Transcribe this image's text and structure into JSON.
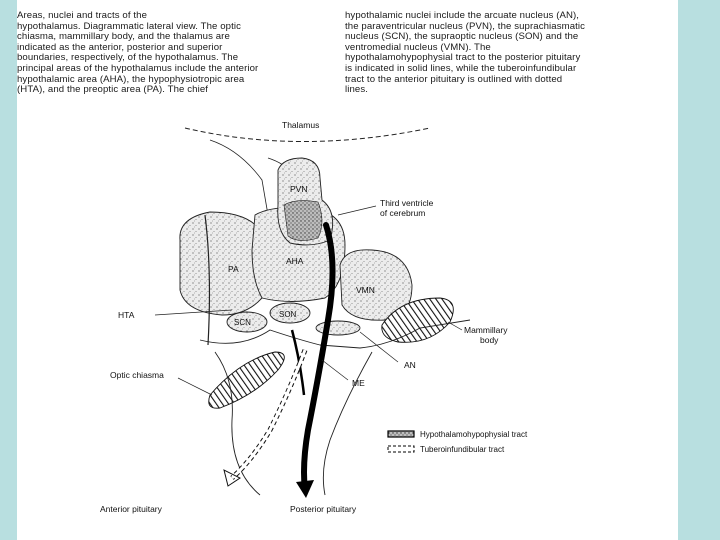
{
  "caption": {
    "left": "Areas, nuclei and tracts of the\nhypothalamus. Diagrammatic lateral view. The optic\nchiasma, mammillary body, and the thalamus are\nindicated as the anterior, posterior and superior\nboundaries, respectively, of the hypothalamus. The\nprincipal areas of the hypothalamus include the anterior\nhypothalamic area (AHA), the hypophysiotropic area\n(HTA), and the preoptic area (PA). The chief",
    "right": "hypothalamic nuclei include the arcuate nucleus (AN),\nthe paraventricular nucleus (PVN), the suprachiasmatic\nnucleus (SCN), the supraoptic nucleus (SON) and the\nventromedial nucleus (VMN). The\nhypothalamohypophysial tract to the posterior pituitary\nis indicated in solid lines, while the tuberoinfundibular\ntract to the anterior pituitary is outlined with dotted\nlines."
  },
  "labels": {
    "thalamus": "Thalamus",
    "pvn": "PVN",
    "third_ventricle_1": "Third ventricle",
    "third_ventricle_2": "of cerebrum",
    "pa": "PA",
    "aha": "AHA",
    "vmn": "VMN",
    "hta": "HTA",
    "scn": "SCN",
    "son": "SON",
    "mammillary_1": "Mammillary",
    "mammillary_2": "body",
    "an": "AN",
    "optic_chiasma": "Optic chiasma",
    "me": "ME",
    "anterior_pituitary": "Anterior pituitary",
    "posterior_pituitary": "Posterior pituitary"
  },
  "legend": {
    "solid": "Hypothalamohypophysial tract",
    "dotted": "Tuberoinfundibular tract"
  }
}
